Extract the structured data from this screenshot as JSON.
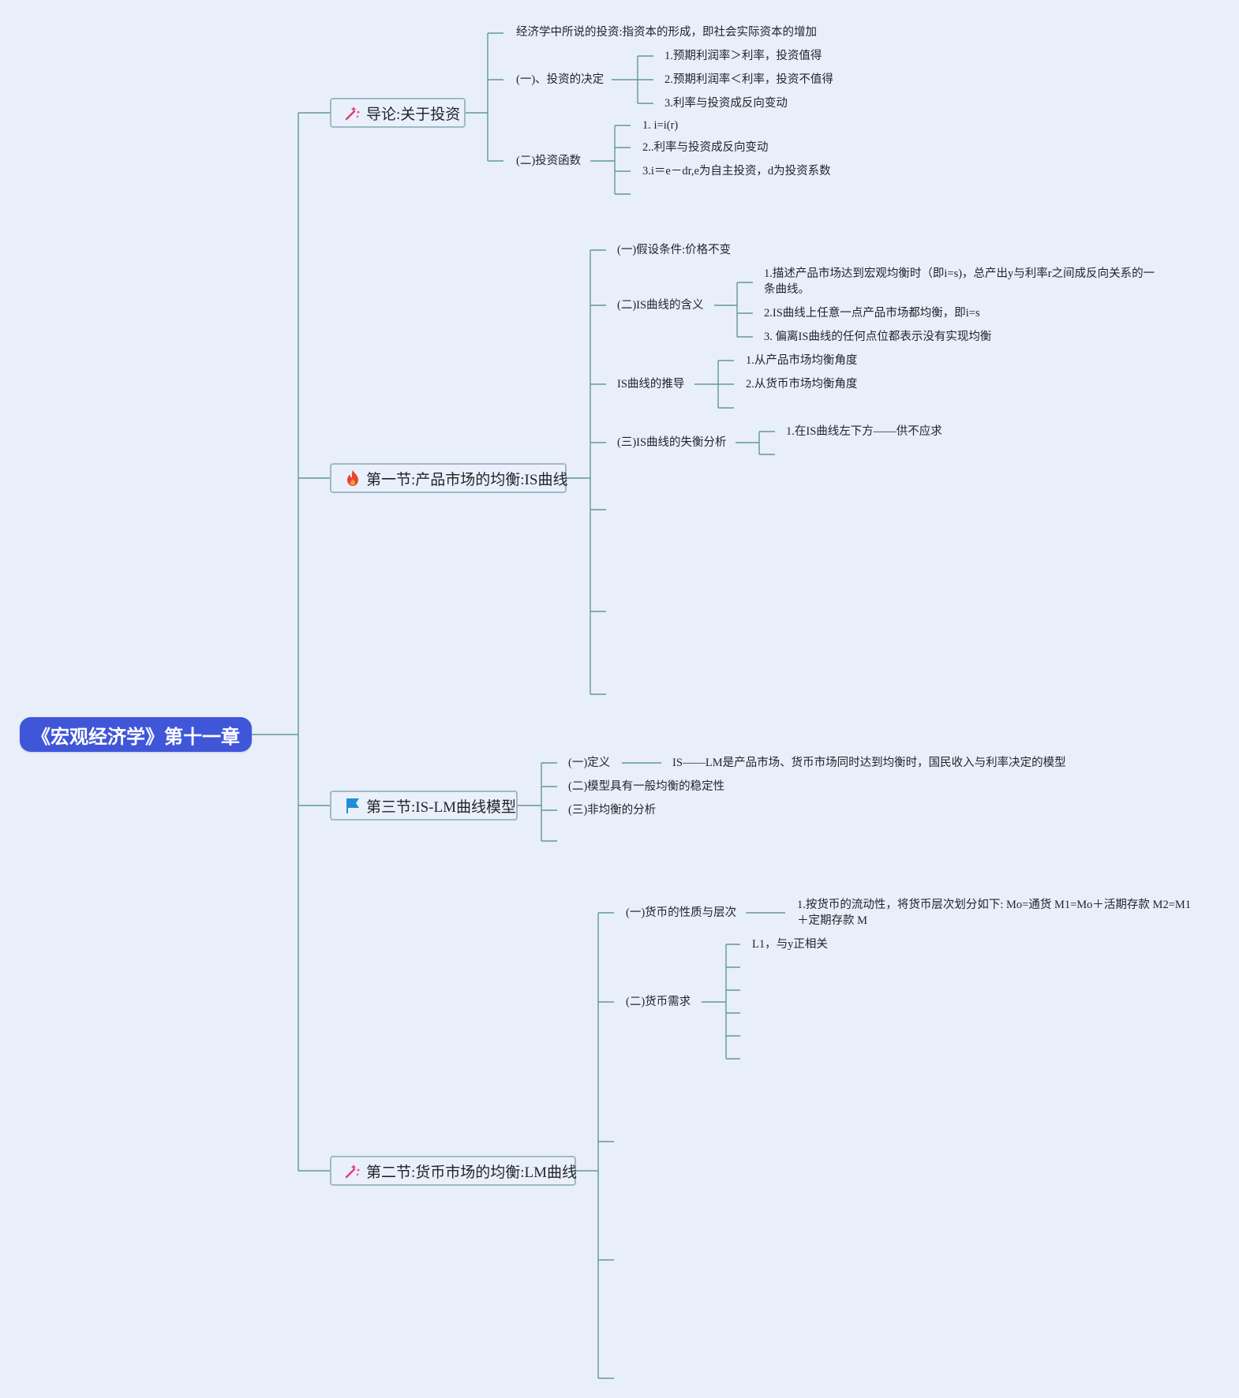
{
  "root": {
    "title": "《宏观经济学》第十一章"
  },
  "branches": [
    {
      "title": "导论:关于投资",
      "icon": "wand-icon",
      "children": [
        {
          "text": "经济学中所说的投资:指资本的形成，即社会实际资本的增加",
          "children": []
        },
        {
          "text": "(一)、投资的决定",
          "children": [
            {
              "text": "1.预期利润率＞利率，投资值得"
            },
            {
              "text": "2.预期利润率＜利率，投资不值得"
            },
            {
              "text": "3.利率与投资成反向变动"
            }
          ]
        },
        {
          "text": "(二)投资函数",
          "children": [
            {
              "text": "1. i=i(r)"
            },
            {
              "text": "2..利率与投资成反向变动"
            },
            {
              "text": "3.i＝e－dr,e为自主投资，d为投资系数"
            },
            {
              "text": ""
            }
          ]
        }
      ]
    },
    {
      "title": "第一节:产品市场的均衡:IS曲线",
      "icon": "fire-icon",
      "children": [
        {
          "text": "(一)假设条件:价格不变",
          "children": []
        },
        {
          "text": "(二)IS曲线的含义",
          "children": [
            {
              "text": "1.描述产品市场达到宏观均衡时（即i=s)，总产出y与利率r之间成反向关系的一条曲线。"
            },
            {
              "text": "2.IS曲线上任意一点产品市场都均衡，即i=s"
            },
            {
              "text": "3. 偏离IS曲线的任何点位都表示没有实现均衡"
            }
          ]
        },
        {
          "text": "IS曲线的推导",
          "children": [
            {
              "text": "1.从产品市场均衡角度"
            },
            {
              "text": "2.从货币市场均衡角度"
            },
            {
              "text": ""
            }
          ]
        },
        {
          "text": "(三)IS曲线的失衡分析",
          "children": [
            {
              "text": "1.在IS曲线左下方——供不应求"
            },
            {
              "text": ""
            }
          ]
        },
        {
          "text": "",
          "children": []
        },
        {
          "text": "",
          "children": []
        },
        {
          "text": "",
          "children": []
        }
      ]
    },
    {
      "title": "第三节:IS-LM曲线模型",
      "icon": "flag-icon",
      "children": [
        {
          "text": "(一)定义",
          "children": [
            {
              "text": "IS——LM是产品市场、货币市场同时达到均衡时，国民收入与利率决定的模型"
            }
          ]
        },
        {
          "text": "(二)模型具有一般均衡的稳定性",
          "children": []
        },
        {
          "text": "(三)非均衡的分析",
          "children": []
        },
        {
          "text": "",
          "children": []
        }
      ]
    },
    {
      "title": "第二节:货币市场的均衡:LM曲线",
      "icon": "wand-icon",
      "children": [
        {
          "text": "(一)货币的性质与层次",
          "children": [
            {
              "text": "1.按货币的流动性，将货币层次划分如下: Mo=通货 M1=Mo＋活期存款 M2=M1＋定期存款 M"
            }
          ]
        },
        {
          "text": "(二)货币需求",
          "children": [
            {
              "text": "L1，与y正相关"
            },
            {
              "text": ""
            },
            {
              "text": ""
            },
            {
              "text": ""
            },
            {
              "text": ""
            },
            {
              "text": ""
            }
          ]
        },
        {
          "text": "",
          "children": []
        },
        {
          "text": "",
          "children": []
        },
        {
          "text": "",
          "children": []
        }
      ]
    }
  ],
  "colors": {
    "background": "#e9eefb",
    "root_fill": "#4056d8",
    "line": "#5f9a96",
    "branch_border": "#9fbac4",
    "fire": "#e8442e",
    "flag": "#1e8fd6",
    "wand": "#e23d6b"
  }
}
